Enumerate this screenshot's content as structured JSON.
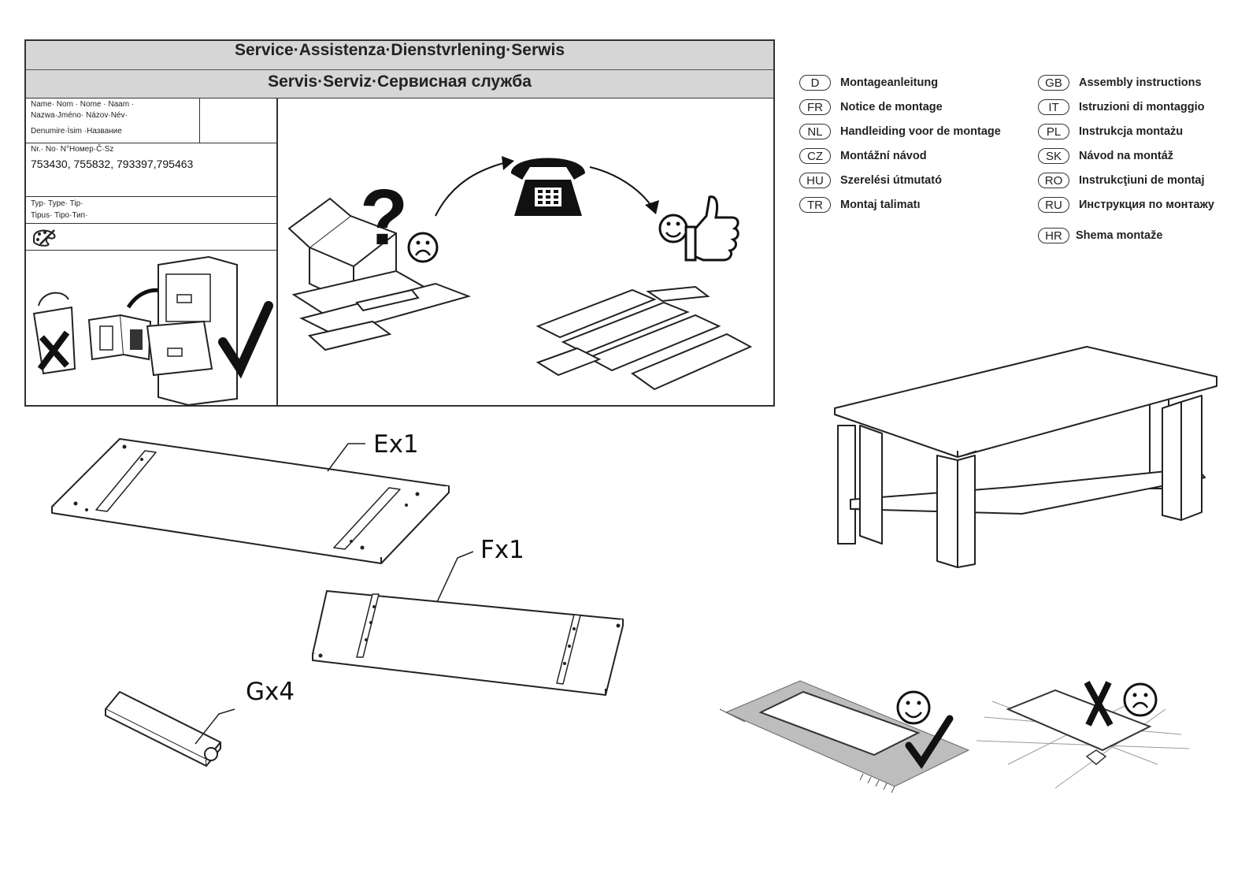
{
  "service": {
    "title_line1": "Service·Assistenza·Dienstvrlening·Serwis",
    "title_line2": "Servis·Serviz·Сервисная служба",
    "name_label_1": "Name· Nom · Nome · Naam ·",
    "name_label_2": "Nazwa·Jméno· Názov·Név·",
    "name_label_3": "Denumire·İsim ·Название",
    "nr_label": "Nr.· No· N°Номер·Č·Sz",
    "nr_value": "753430, 755832, 793397,795463",
    "typ_label_1": "Typ· Type· Tip·",
    "typ_label_2": "Tipus· Tipo·Тип·"
  },
  "languages": [
    {
      "code": "D",
      "label": "Montageanleitung"
    },
    {
      "code": "FR",
      "label": "Notice de montage"
    },
    {
      "code": "NL",
      "label": "Handleiding voor de montage"
    },
    {
      "code": "CZ",
      "label": "Montážní návod"
    },
    {
      "code": "HU",
      "label": "Szerelési útmutató"
    },
    {
      "code": "TR",
      "label": "Montaj talimatı"
    },
    {
      "code": "GB",
      "label": "Assembly instructions"
    },
    {
      "code": "IT",
      "label": "Istruzioni di montaggio"
    },
    {
      "code": "PL",
      "label": "Instrukcja montażu"
    },
    {
      "code": "SK",
      "label": "Návod na montáž"
    },
    {
      "code": "RO",
      "label": "Instrukcţiuni de montaj"
    },
    {
      "code": "RU",
      "label": "Инструкция по монтажу"
    },
    {
      "code": "HR",
      "label": "Shema montaže"
    }
  ],
  "parts": {
    "e_label": "Ex1",
    "f_label": "Fx1",
    "g_label": "Gx4"
  }
}
